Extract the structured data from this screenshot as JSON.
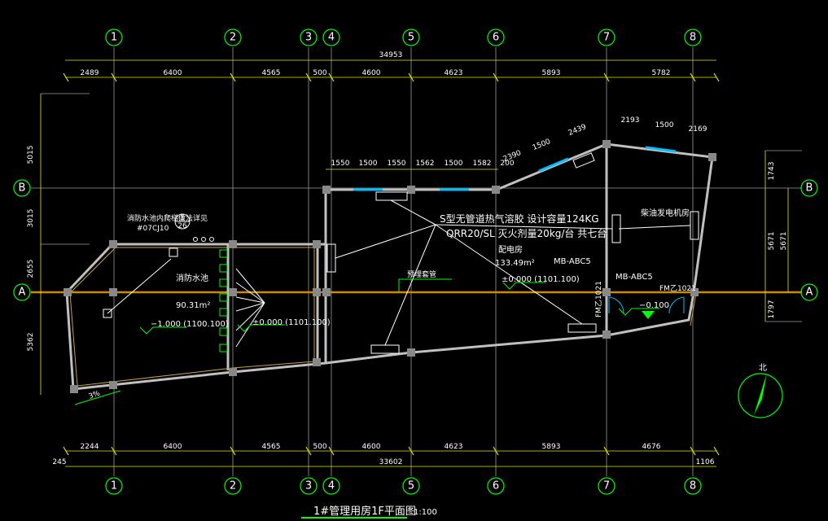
{
  "grid": {
    "columns": [
      "1",
      "2",
      "3",
      "4",
      "5",
      "6",
      "7",
      "8"
    ],
    "rows": [
      "A",
      "B"
    ]
  },
  "dimensions": {
    "top_total": "34953",
    "top_segments": [
      "2489",
      "6400",
      "4565",
      "500",
      "4600",
      "4623",
      "5893",
      "5782"
    ],
    "bottom_total": "33602",
    "bottom_segments": [
      "2244",
      "6400",
      "4565",
      "500",
      "4600",
      "4623",
      "5893",
      "4676"
    ],
    "bottom_left": "245",
    "bottom_right": "1106",
    "left_segments": [
      "5015",
      "3015",
      "2655",
      "5362"
    ],
    "right_segments": [
      "1743",
      "5671",
      "1797"
    ],
    "right_total": "5671",
    "window_row_top": [
      "1550",
      "1500",
      "1550",
      "1562",
      "1500",
      "1582",
      "200"
    ],
    "window_row_diag": [
      "2390",
      "1500",
      "2439"
    ],
    "window_row_right": [
      "2193",
      "1500",
      "2169"
    ]
  },
  "labels": {
    "system_note_1": "S型无管道热气溶胶 设计容量124KG",
    "system_note_2": "QRR20/SL 灭火剂量20kg/台 共七台",
    "room_distribution": "配电房",
    "area_distribution": "133.49m²",
    "level_distribution": "±0.000 (1101.100)",
    "room_generator": "柴油发电机房",
    "room_firepool": "消防水池",
    "area_firepool": "90.31m²",
    "level_firepool": "−1.000 (1100.100)",
    "level_firepool_2": "±0.000 (1101.100)",
    "level_generator": "−0.100",
    "ref_note": "消防水池内爬梯做法详见",
    "ref_index": "1",
    "ref_page": "26",
    "ref_code": "#07CJ10",
    "abc_1": "MB-ABC5",
    "abc_2": "MB-ABC5",
    "door_1": "FM乙1021",
    "door_2": "FM乙1021",
    "slope_note": "3%",
    "small_note": "预埋套管",
    "north": "北"
  },
  "title": {
    "main": "1#管理用房1F平面图",
    "scale": "1:100"
  },
  "colors": {
    "background": "#000000",
    "grid_circle": "#00ff00",
    "wall": "#c0c0c0",
    "axis_a": "#d08a00",
    "window": "#00c0ff",
    "dim_line": "#e6e600",
    "text": "#ffffff"
  }
}
